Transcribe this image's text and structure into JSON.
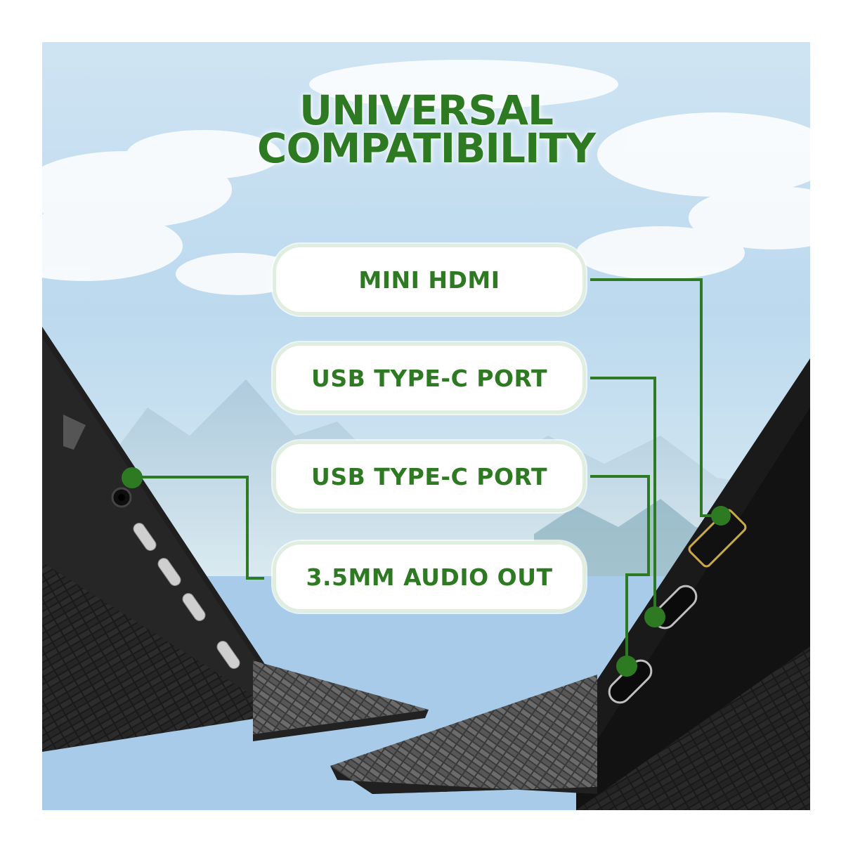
{
  "title": {
    "line1": "UNIVERSAL",
    "line2": "COMPATIBILITY"
  },
  "labels": [
    "MINI HDMI",
    "USB TYPE-C PORT",
    "USB TYPE-C PORT",
    "3.5MM AUDIO OUT"
  ],
  "colors": {
    "accent": "#2e7a22",
    "pill_border": "#dfeede",
    "device": "#141414"
  }
}
